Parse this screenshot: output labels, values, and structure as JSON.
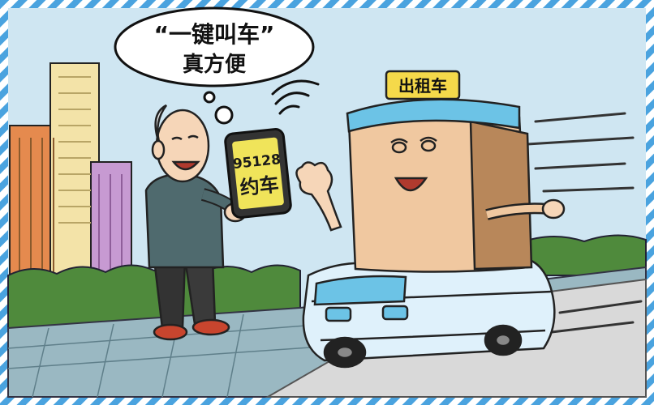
{
  "speech_bubble": {
    "line1": "“一键叫车”",
    "line2": "真方便"
  },
  "taxi_sign": "出租车",
  "phone_screen": {
    "number": "95128",
    "label": "约车"
  },
  "colors": {
    "frame_stripe": "#4aa3df",
    "sky": "#cfe6f2",
    "taxi_top": "#f0c8a0",
    "taxi_body": "#dff1fb",
    "taxi_accent": "#6cc3e6",
    "sign_yellow": "#f5d94a",
    "phone_screen": "#f0e45a",
    "hedge": "#4f8a3c",
    "pavement": "#9ab8c2"
  }
}
